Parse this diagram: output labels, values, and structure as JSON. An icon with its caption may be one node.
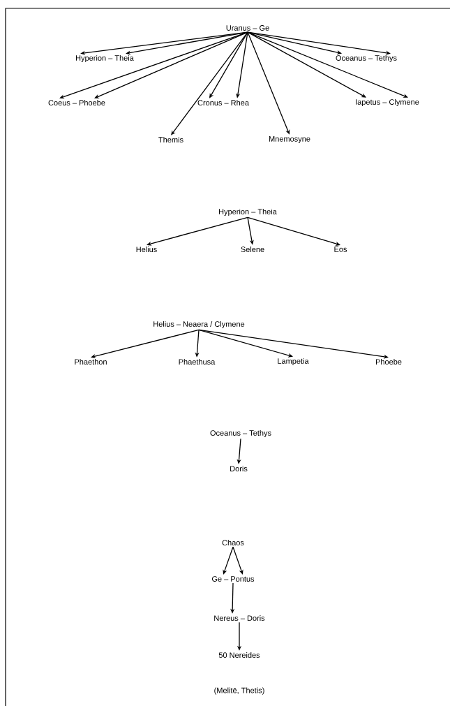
{
  "diagram": {
    "nodes": [
      {
        "text": [
          "Uranus – Ge"
        ]
      },
      {
        "text": [
          "Hyperion – Theia"
        ]
      },
      {
        "text": [
          "Oceanus – Tethys"
        ]
      },
      {
        "text": [
          "Coeus – Phoebe"
        ]
      },
      {
        "text": [
          "Cronus – Rhea"
        ]
      },
      {
        "text": [
          "Iapetus – Clymene"
        ]
      },
      {
        "text": [
          "Themis"
        ]
      },
      {
        "text": [
          "Mnemosyne"
        ]
      },
      {
        "text": [
          "Hyperion – Theia"
        ]
      },
      {
        "text": [
          "Helius"
        ]
      },
      {
        "text": [
          "Selene"
        ]
      },
      {
        "text": [
          "Eos"
        ]
      },
      {
        "text": [
          "Helius – Neaera / Clymene"
        ]
      },
      {
        "text": [
          "Phaethon"
        ]
      },
      {
        "text": [
          "Phaethusa"
        ]
      },
      {
        "text": [
          "Lampetia"
        ]
      },
      {
        "text": [
          "Phoebe"
        ]
      },
      {
        "text": [
          "Oceanus – Tethys"
        ]
      },
      {
        "text": [
          "Doris"
        ]
      },
      {
        "text": [
          "Chaos"
        ]
      },
      {
        "text": [
          "Ge – Pontus"
        ]
      },
      {
        "text": [
          "Nereus – Doris"
        ]
      },
      {
        "text": [
          "50 Nereides"
        ],
        "beside": [
          "(Melitē, Thetis)"
        ]
      }
    ],
    "edges": [
      {
        "from": 0,
        "to": 1,
        "arrow": "to"
      },
      {
        "from": 0,
        "to": 1,
        "arrow": "to"
      },
      {
        "from": 0,
        "to": 2,
        "arrow": "to"
      },
      {
        "from": 0,
        "to": 2,
        "arrow": "to"
      },
      {
        "from": 0,
        "to": 3,
        "arrow": "to"
      },
      {
        "from": 0,
        "to": 3,
        "arrow": "to"
      },
      {
        "from": 0,
        "to": 4,
        "arrow": "to"
      },
      {
        "from": 0,
        "to": 4,
        "arrow": "to"
      },
      {
        "from": 0,
        "to": 5,
        "arrow": "to"
      },
      {
        "from": 0,
        "to": 5,
        "arrow": "to"
      },
      {
        "from": 0,
        "to": 6,
        "arrow": "to"
      },
      {
        "from": 0,
        "to": 7,
        "arrow": "to"
      },
      {
        "from": 8,
        "to": 9,
        "arrow": "to"
      },
      {
        "from": 8,
        "to": 10,
        "arrow": "to"
      },
      {
        "from": 8,
        "to": 11,
        "arrow": "to"
      },
      {
        "from": 12,
        "to": 13,
        "arrow": "to"
      },
      {
        "from": 12,
        "to": 14,
        "arrow": "to"
      },
      {
        "from": 12,
        "to": 15,
        "arrow": "to"
      },
      {
        "from": 12,
        "to": 16,
        "arrow": "to"
      },
      {
        "from": 17,
        "to": 18,
        "arrow": "to"
      },
      {
        "from": 19,
        "to": 20,
        "arrow": "to"
      },
      {
        "from": 19,
        "to": 20,
        "arrow": "to"
      },
      {
        "from": 20,
        "to": 21,
        "arrow": "to"
      },
      {
        "from": 21,
        "to": 22,
        "arrow": "to"
      }
    ]
  }
}
